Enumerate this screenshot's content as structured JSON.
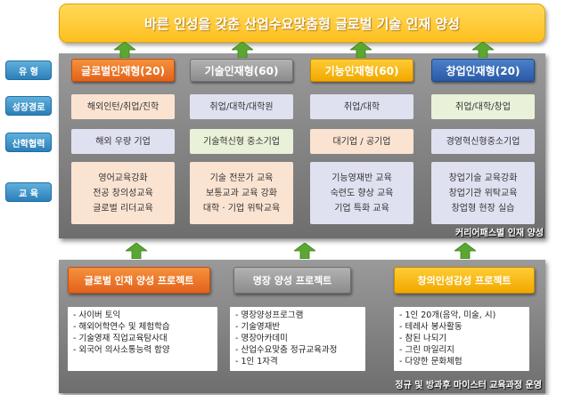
{
  "banner": {
    "title": "바른 인성을 갖춘 산업수요맞춤형 글로벌 기술 인재 양성"
  },
  "row_labels": [
    "유 형",
    "성장경로",
    "산학협력",
    "교 육"
  ],
  "columns": [
    {
      "header": "글로벌인재형(20)",
      "path": "해외인턴/취업/진학",
      "partner": "해외 우량 기업",
      "edu": [
        "영어교육강화",
        "전공 창의성교육",
        "글로벌 리더교육"
      ]
    },
    {
      "header": "기술인재형(60)",
      "path": "취업/대학/대학원",
      "partner": "기술혁신형 중소기업",
      "edu": [
        "기술 전문가 교육",
        "보통교과 교육 강화",
        "대학 · 기업 위탁교육"
      ]
    },
    {
      "header": "기능인재형(60)",
      "path": "취업/대학",
      "partner": "대기업 / 공기업",
      "edu": [
        "기능영재반 교육",
        "숙련도 향상 교육",
        "기업 특화 교육"
      ]
    },
    {
      "header": "창업인재형(20)",
      "path": "취업/대학/창업",
      "partner": "경영혁신형중소기업",
      "edu": [
        "창업기술 교육강화",
        "창업기관 위탁교육",
        "창업형 현장 실습"
      ]
    }
  ],
  "top_caption": "커리어패스별 인재 양성",
  "projects": [
    {
      "title": "글로벌 인재 양성 프로젝트",
      "items": [
        "사이버 토익",
        "해외어학연수 및 체험학습",
        "기술영재 직업교육탐사대",
        "외국어 의사소통능력 함양"
      ]
    },
    {
      "title": "명장 양성 프로젝트",
      "items": [
        "명장양성프로그램",
        "기술영재반",
        "명장아카데미",
        "산업수요맞춤 정규교육과정",
        "1인 1자격"
      ]
    },
    {
      "title": "창의인성감성 프로젝트",
      "items": [
        "1인 20개(음악, 미술, 시)",
        "테레사 봉사활동",
        "참된 나되기",
        "그린 마일리지",
        "다양한 문화체험"
      ]
    }
  ],
  "bottom_caption": "정규 및 방과후 마이스터 교육과정 운영",
  "colors": {
    "banner": "#ffc933",
    "orange": "#e8722a",
    "grey": "#9e9e9e",
    "yellow": "#f7b500",
    "blue": "#3a6cb8",
    "label": "#3f95cc",
    "arrow": "#5aa832"
  }
}
